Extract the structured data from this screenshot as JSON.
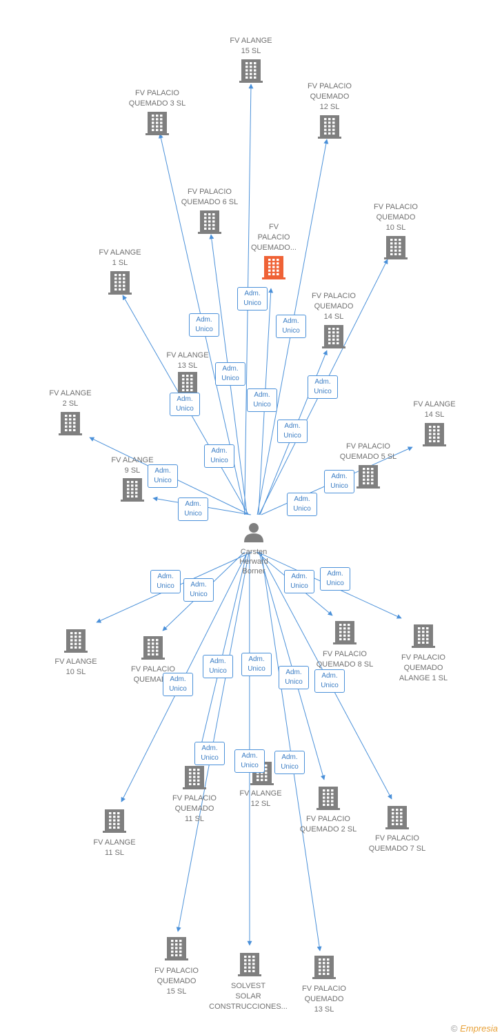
{
  "colors": {
    "edge": "#4a90d9",
    "node": "#7f7f7f",
    "highlight": "#ef6236",
    "text": "#707070"
  },
  "center": {
    "label": "Carsten\nHerward\nBorner",
    "icon": "person-icon"
  },
  "edge_label": "Adm.\nUnico",
  "nodes": [
    {
      "id": "alange15",
      "label": "FV ALANGE\n15 SL"
    },
    {
      "id": "pq3",
      "label": "FV PALACIO\nQUEMADO 3 SL"
    },
    {
      "id": "pq12",
      "label": "FV PALACIO\nQUEMADO\n12 SL"
    },
    {
      "id": "pq6",
      "label": "FV PALACIO\nQUEMADO 6 SL"
    },
    {
      "id": "pqx",
      "label": "FV\nPALACIO\nQUEMADO...",
      "highlight": true
    },
    {
      "id": "pq10",
      "label": "FV PALACIO\nQUEMADO\n10 SL"
    },
    {
      "id": "alange1",
      "label": "FV ALANGE\n1 SL"
    },
    {
      "id": "pq14",
      "label": "FV PALACIO\nQUEMADO\n14 SL"
    },
    {
      "id": "alange13",
      "label": "FV ALANGE\n13 SL"
    },
    {
      "id": "alange2",
      "label": "FV ALANGE\n2 SL"
    },
    {
      "id": "alange14",
      "label": "FV ALANGE\n14 SL"
    },
    {
      "id": "pq5",
      "label": "FV PALACIO\nQUEMADO 5 SL"
    },
    {
      "id": "alange9",
      "label": "FV ALANGE\n9 SL"
    },
    {
      "id": "alange10",
      "label": "FV ALANGE\n10 SL"
    },
    {
      "id": "pqy",
      "label": "FV PALACIO\nQUEMADO"
    },
    {
      "id": "pq8",
      "label": "FV PALACIO\nQUEMADO 8 SL"
    },
    {
      "id": "pqalange1",
      "label": "FV PALACIO\nQUEMADO\nALANGE 1 SL"
    },
    {
      "id": "pq11",
      "label": "FV PALACIO\nQUEMADO\n11 SL"
    },
    {
      "id": "alange12",
      "label": "FV ALANGE\n12 SL"
    },
    {
      "id": "alange11",
      "label": "FV ALANGE\n11 SL"
    },
    {
      "id": "pq2",
      "label": "FV PALACIO\nQUEMADO 2 SL"
    },
    {
      "id": "pq7",
      "label": "FV PALACIO\nQUEMADO 7 SL"
    },
    {
      "id": "pq15",
      "label": "FV PALACIO\nQUEMADO\n15 SL"
    },
    {
      "id": "solvest",
      "label": "SOLVEST\nSOLAR\nCONSTRUCCIONES..."
    },
    {
      "id": "pq13",
      "label": "FV PALACIO\nQUEMADO\n13 SL"
    }
  ],
  "footer": {
    "copyright": "©",
    "brand": "Empresia"
  }
}
